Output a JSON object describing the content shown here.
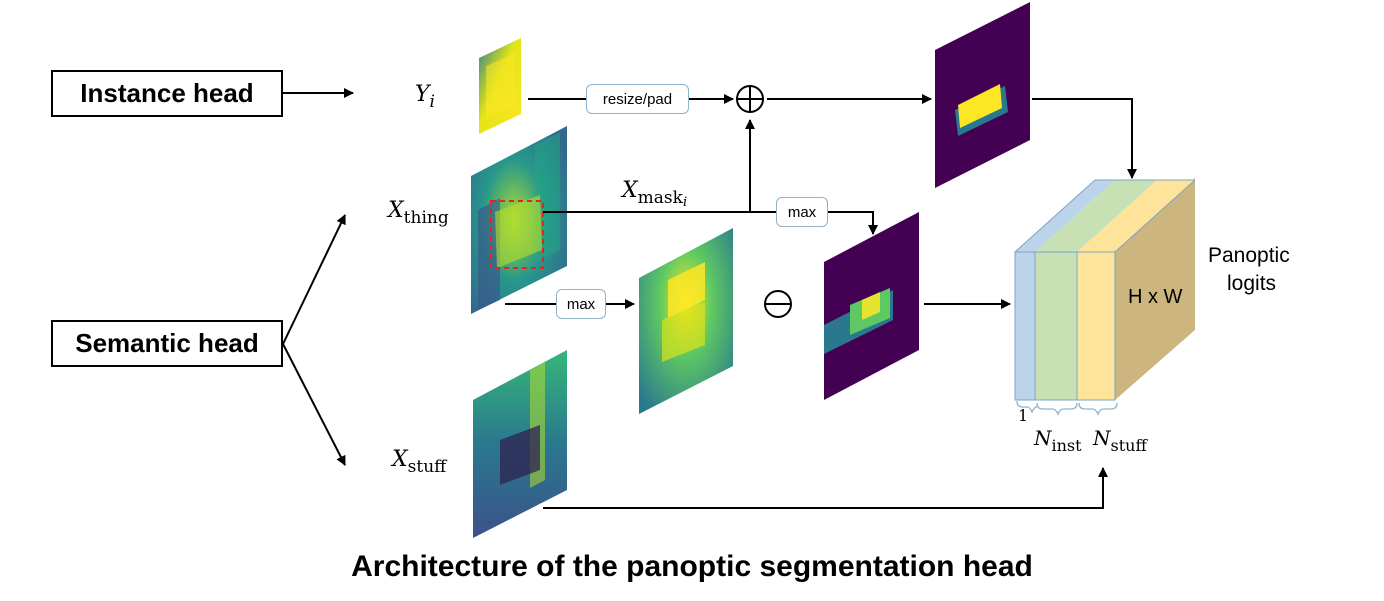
{
  "boxes": {
    "instance_head": "Instance head",
    "semantic_head": "Semantic head"
  },
  "ops": {
    "resize_pad": "resize/pad",
    "max_top": "max",
    "max_mid": "max",
    "add_symbol": "⊕",
    "subtract_symbol": "⊖"
  },
  "math": {
    "y_i": {
      "base": "Y",
      "sub": "i"
    },
    "x_thing": {
      "base": "X",
      "sub": "thing"
    },
    "x_mask": {
      "base": "X",
      "sub": "mask",
      "subsub": "i"
    },
    "x_stuff": {
      "base": "X",
      "sub": "stuff"
    },
    "n_inst": {
      "base": "N",
      "sub": "inst"
    },
    "n_stuff": {
      "base": "N",
      "sub": "stuff"
    }
  },
  "logits": {
    "label_line1": "Panoptic",
    "label_line2": "logits",
    "hw": "H x W",
    "one": "1"
  },
  "title": "Architecture of the panoptic segmentation head",
  "colors": {
    "viridis_dark": "#440154",
    "viridis_mid": "#21918c",
    "viridis_bright": "#fde725",
    "slice_blue": "#bcd4ea",
    "slice_green": "#c7e0b4",
    "slice_yellow": "#fde49a",
    "cube_side": "#cdb57f",
    "dashed_box": "#e8231c"
  }
}
